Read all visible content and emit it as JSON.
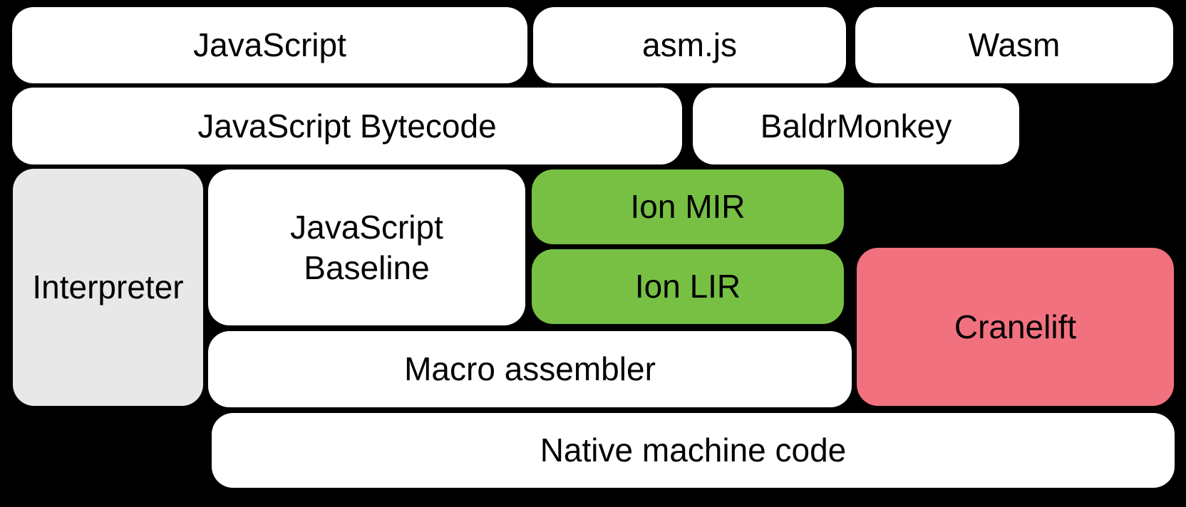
{
  "boxes": {
    "javascript": {
      "label": "JavaScript"
    },
    "asmjs": {
      "label": "asm.js"
    },
    "wasm": {
      "label": "Wasm"
    },
    "bytecode": {
      "label": "JavaScript Bytecode"
    },
    "baldrmonkey": {
      "label": "BaldrMonkey"
    },
    "interpreter": {
      "label": "Interpreter"
    },
    "baseline": {
      "label": "JavaScript Baseline",
      "lines": [
        "JavaScript",
        "Baseline"
      ]
    },
    "ion_mir": {
      "label": "Ion MIR"
    },
    "ion_lir": {
      "label": "Ion LIR"
    },
    "cranelift": {
      "label": "Cranelift"
    },
    "macro_assembler": {
      "label": "Macro assembler"
    },
    "native": {
      "label": "Native machine code"
    }
  },
  "colors": {
    "background": "#000000",
    "box_white": "#ffffff",
    "box_gray": "#e8e8e8",
    "box_green": "#77c044",
    "box_pink": "#f2717f",
    "text": "#000000"
  }
}
